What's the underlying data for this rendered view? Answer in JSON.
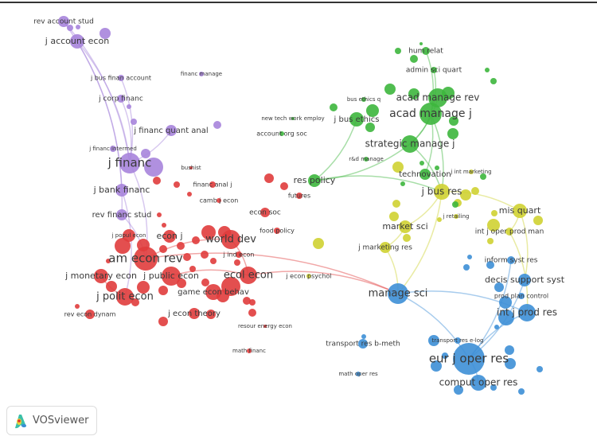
{
  "app": {
    "logo_text": "VOSviewer"
  },
  "clusters": {
    "purple": "#a784dc",
    "red": "#e03c3c",
    "yellow": "#cfd232",
    "green": "#3db63d",
    "blue": "#3d8fd6"
  },
  "nodes": [
    {
      "label": "rev account stud",
      "cluster": "purple"
    },
    {
      "label": "j account econ",
      "cluster": "purple"
    },
    {
      "label": "j bus finan account",
      "cluster": "purple"
    },
    {
      "label": "financ manage",
      "cluster": "purple"
    },
    {
      "label": "j corp financ",
      "cluster": "purple"
    },
    {
      "label": "j financ quant anal",
      "cluster": "purple"
    },
    {
      "label": "j financ intermed",
      "cluster": "purple"
    },
    {
      "label": "j financ",
      "cluster": "purple"
    },
    {
      "label": "j bank financ",
      "cluster": "purple"
    },
    {
      "label": "rev financ stud",
      "cluster": "purple"
    },
    {
      "label": "bushist",
      "cluster": "red"
    },
    {
      "label": "financ anal j",
      "cluster": "red"
    },
    {
      "label": "camb j econ",
      "cluster": "red"
    },
    {
      "label": "econ soc",
      "cluster": "red"
    },
    {
      "label": "food policy",
      "cluster": "red"
    },
    {
      "label": "futures",
      "cluster": "red"
    },
    {
      "label": "j popul econ",
      "cluster": "red"
    },
    {
      "label": "econ j",
      "cluster": "red"
    },
    {
      "label": "world dev",
      "cluster": "red"
    },
    {
      "label": "j ind econ",
      "cluster": "red"
    },
    {
      "label": "am econ rev",
      "cluster": "red"
    },
    {
      "label": "j monetary econ",
      "cluster": "red"
    },
    {
      "label": "j public econ",
      "cluster": "red"
    },
    {
      "label": "ecol econ",
      "cluster": "red"
    },
    {
      "label": "game econ behav",
      "cluster": "red"
    },
    {
      "label": "j polit econ",
      "cluster": "red"
    },
    {
      "label": "rev econ dynam",
      "cluster": "red"
    },
    {
      "label": "j econ theory",
      "cluster": "red"
    },
    {
      "label": "resour energy econ",
      "cluster": "red"
    },
    {
      "label": "math financ",
      "cluster": "red"
    },
    {
      "label": "j econ psychol",
      "cluster": "yellow"
    },
    {
      "label": "j marketing res",
      "cluster": "yellow"
    },
    {
      "label": "market sci",
      "cluster": "yellow"
    },
    {
      "label": "j bus res",
      "cluster": "yellow"
    },
    {
      "label": "j retailing",
      "cluster": "yellow"
    },
    {
      "label": "mis quart",
      "cluster": "yellow"
    },
    {
      "label": "int j oper prod man",
      "cluster": "yellow"
    },
    {
      "label": "j int marketing",
      "cluster": "yellow"
    },
    {
      "label": "hum relat",
      "cluster": "green"
    },
    {
      "label": "admin sci quart",
      "cluster": "green"
    },
    {
      "label": "bus ethics q",
      "cluster": "green"
    },
    {
      "label": "acad manage rev",
      "cluster": "green"
    },
    {
      "label": "acad manage j",
      "cluster": "green"
    },
    {
      "label": "new tech work employ",
      "cluster": "green"
    },
    {
      "label": "j bus ethics",
      "cluster": "green"
    },
    {
      "label": "account org soc",
      "cluster": "green"
    },
    {
      "label": "strategic manage j",
      "cluster": "green"
    },
    {
      "label": "r&d manage",
      "cluster": "green"
    },
    {
      "label": "technovation",
      "cluster": "green"
    },
    {
      "label": "res policy",
      "cluster": "green"
    },
    {
      "label": "manage sci",
      "cluster": "blue"
    },
    {
      "label": "inform syst res",
      "cluster": "blue"
    },
    {
      "label": "decis support syst",
      "cluster": "blue"
    },
    {
      "label": "prod plan control",
      "cluster": "blue"
    },
    {
      "label": "int j prod res",
      "cluster": "blue"
    },
    {
      "label": "transport res b-meth",
      "cluster": "blue"
    },
    {
      "label": "transport res e-log",
      "cluster": "blue"
    },
    {
      "label": "eur j oper res",
      "cluster": "blue"
    },
    {
      "label": "math oper res",
      "cluster": "blue"
    },
    {
      "label": "comput oper res",
      "cluster": "blue"
    }
  ]
}
